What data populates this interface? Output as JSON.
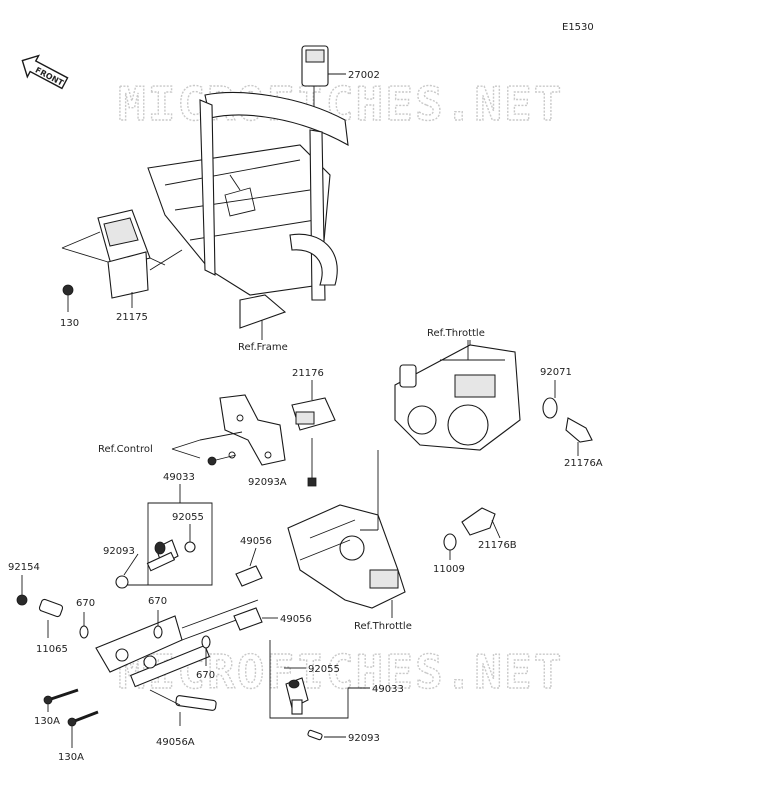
{
  "diagram_code": "E1530",
  "front_label": "FRONT",
  "watermark": "MICROFICHES.NET",
  "refs": {
    "frame": "Ref.Frame",
    "throttle_top": "Ref.Throttle",
    "control": "Ref.Control",
    "throttle_bottom": "Ref.Throttle"
  },
  "parts": {
    "p27002": "27002",
    "p130": "130",
    "p21175": "21175",
    "p21176": "21176",
    "p92071": "92071",
    "p21176A": "21176A",
    "p92093A": "92093A",
    "p49033_top": "49033",
    "p92055_top": "92055",
    "p92093_top": "92093",
    "p49056_a": "49056",
    "p21176B": "21176B",
    "p11009": "11009",
    "p92154": "92154",
    "p670_a": "670",
    "p670_b": "670",
    "p11065": "11065",
    "p49056_b": "49056",
    "p670_c": "670",
    "p92055_bottom": "92055",
    "p49033_bottom": "49033",
    "p130A_a": "130A",
    "p130A_b": "130A",
    "p49056A": "49056A",
    "p92093_bottom": "92093"
  },
  "colors": {
    "line": "#1a1a1a",
    "watermark": "#c9c9c9",
    "background": "#ffffff"
  }
}
